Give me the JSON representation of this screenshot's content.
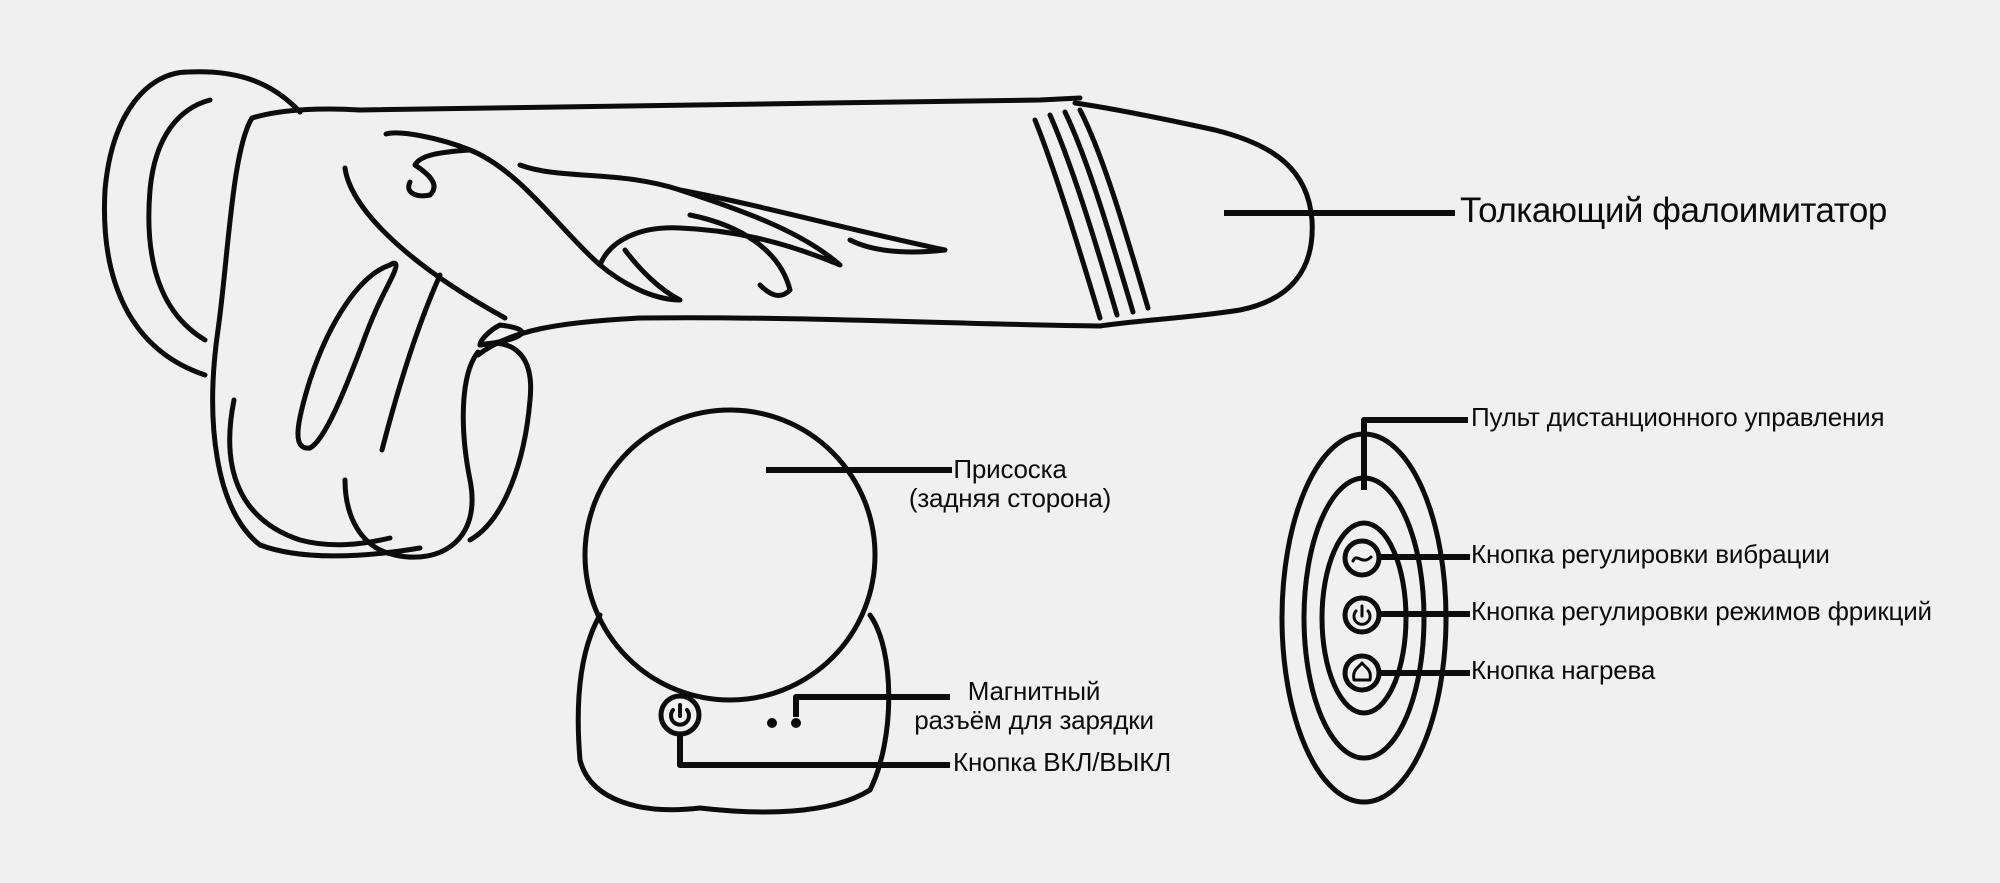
{
  "labels": {
    "thrusting_dildo": "Толкающий фалоимитатор",
    "suction_cup_line1": "Присоска",
    "suction_cup_line2": "(задняя сторона)",
    "magnetic_line1": "Магнитный",
    "magnetic_line2": "разъём для зарядки",
    "power_button": "Кнопка ВКЛ/ВЫКЛ",
    "remote": "Пульт дистанционного управления",
    "vibration_button": "Кнопка регулировки вибрации",
    "friction_button": "Кнопка регулировки режимов фрикций",
    "heating_button": "Кнопка нагрева"
  },
  "colors": {
    "background": "#f0f0f0",
    "stroke": "#0c0c0c"
  },
  "icons": [
    "power-icon",
    "wave-icon",
    "flame-icon"
  ]
}
